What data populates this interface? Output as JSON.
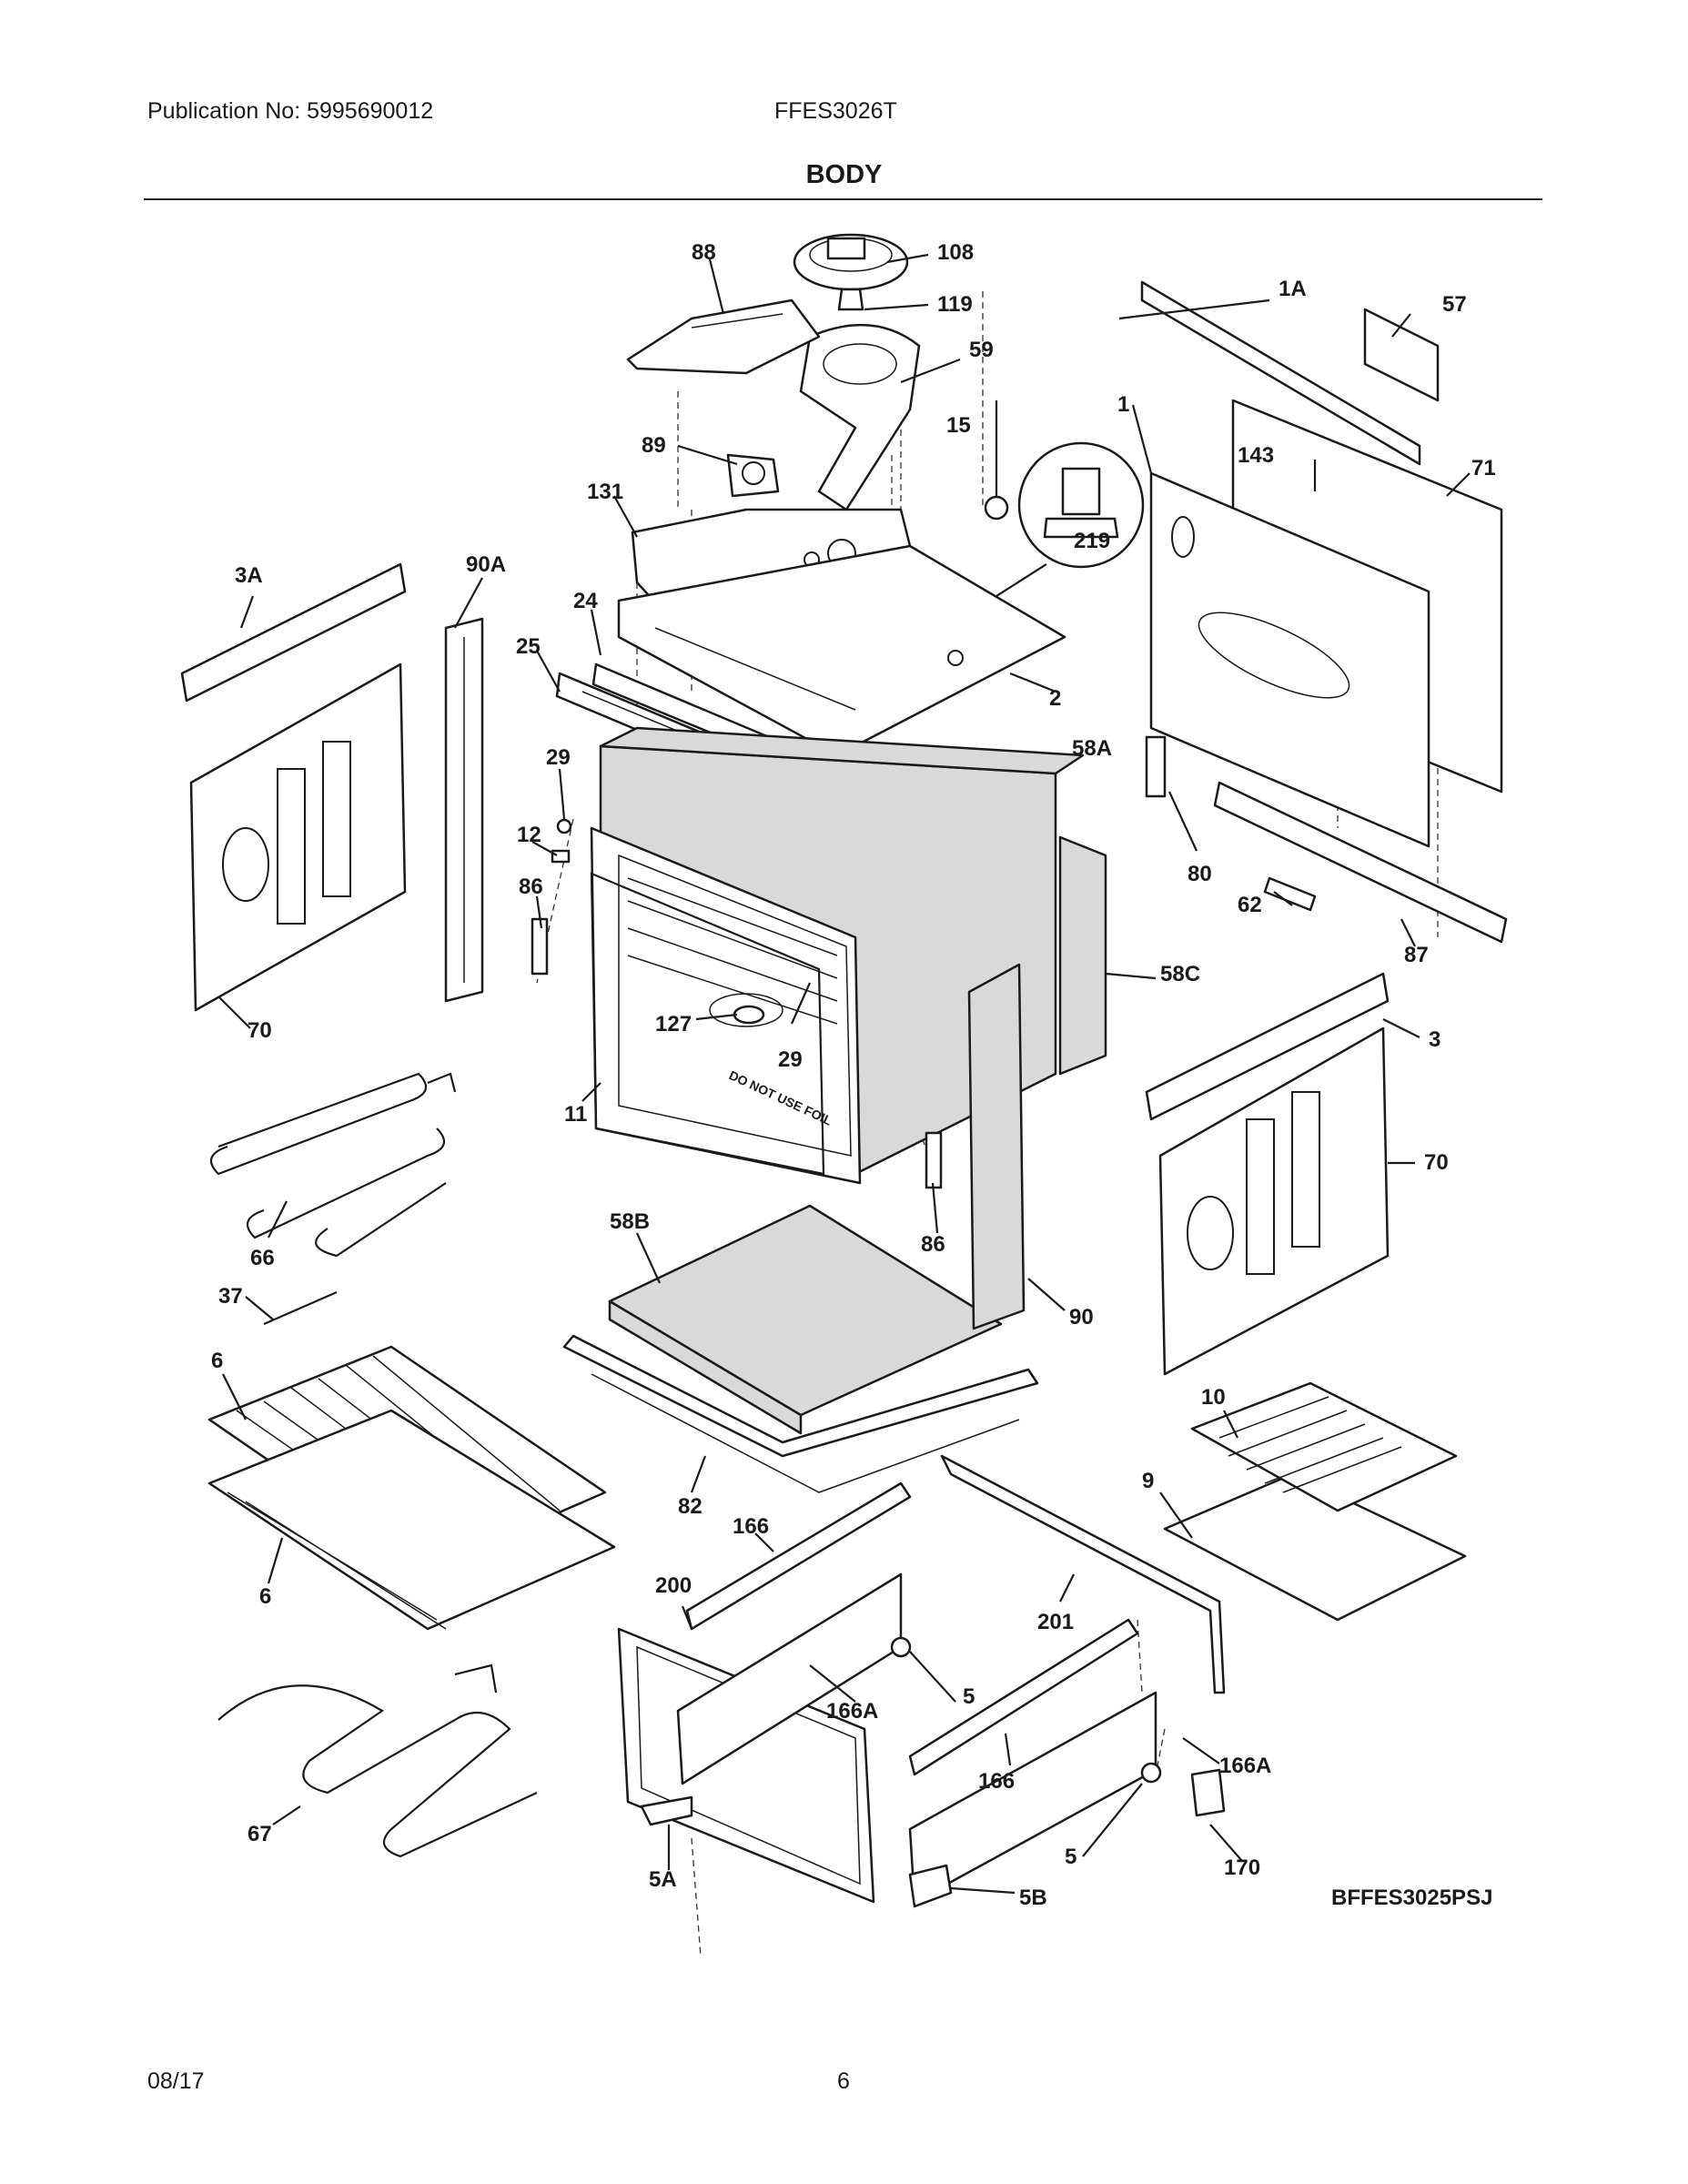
{
  "header": {
    "publication": "Publication No: 5995690012",
    "model": "FFES3026T",
    "section_title": "BODY"
  },
  "footer": {
    "date": "08/17",
    "page_number": "6"
  },
  "diagram": {
    "diagram_code": "BFFES3025PSJ",
    "cavity_stamp": "DO NOT USE FOIL",
    "callouts": {
      "p88": "88",
      "p108": "108",
      "p119": "119",
      "p59": "59",
      "p1A": "1A",
      "p57": "57",
      "p15": "15",
      "p1": "1",
      "p143": "143",
      "p71": "71",
      "p89": "89",
      "p131": "131",
      "p219": "219",
      "p3A": "3A",
      "p90A": "90A",
      "p24": "24",
      "p25": "25",
      "p2": "2",
      "p29a": "29",
      "p58A": "58A",
      "p12": "12",
      "p86a": "86",
      "p80": "80",
      "p62": "62",
      "p87": "87",
      "p58C": "58C",
      "p70a": "70",
      "p127": "127",
      "p29b": "29",
      "p3": "3",
      "p11": "11",
      "p70b": "70",
      "p66": "66",
      "p58B": "58B",
      "p86b": "86",
      "p90": "90",
      "p37": "37",
      "p10": "10",
      "p6a": "6",
      "p9": "9",
      "p82": "82",
      "p166a": "166",
      "p6b": "6",
      "p200": "200",
      "p201": "201",
      "p5a": "5",
      "p166Aa": "166A",
      "p166b": "166",
      "p166Ab": "166A",
      "p67": "67",
      "p5b": "5",
      "p170": "170",
      "p5A": "5A",
      "p5B": "5B"
    }
  }
}
